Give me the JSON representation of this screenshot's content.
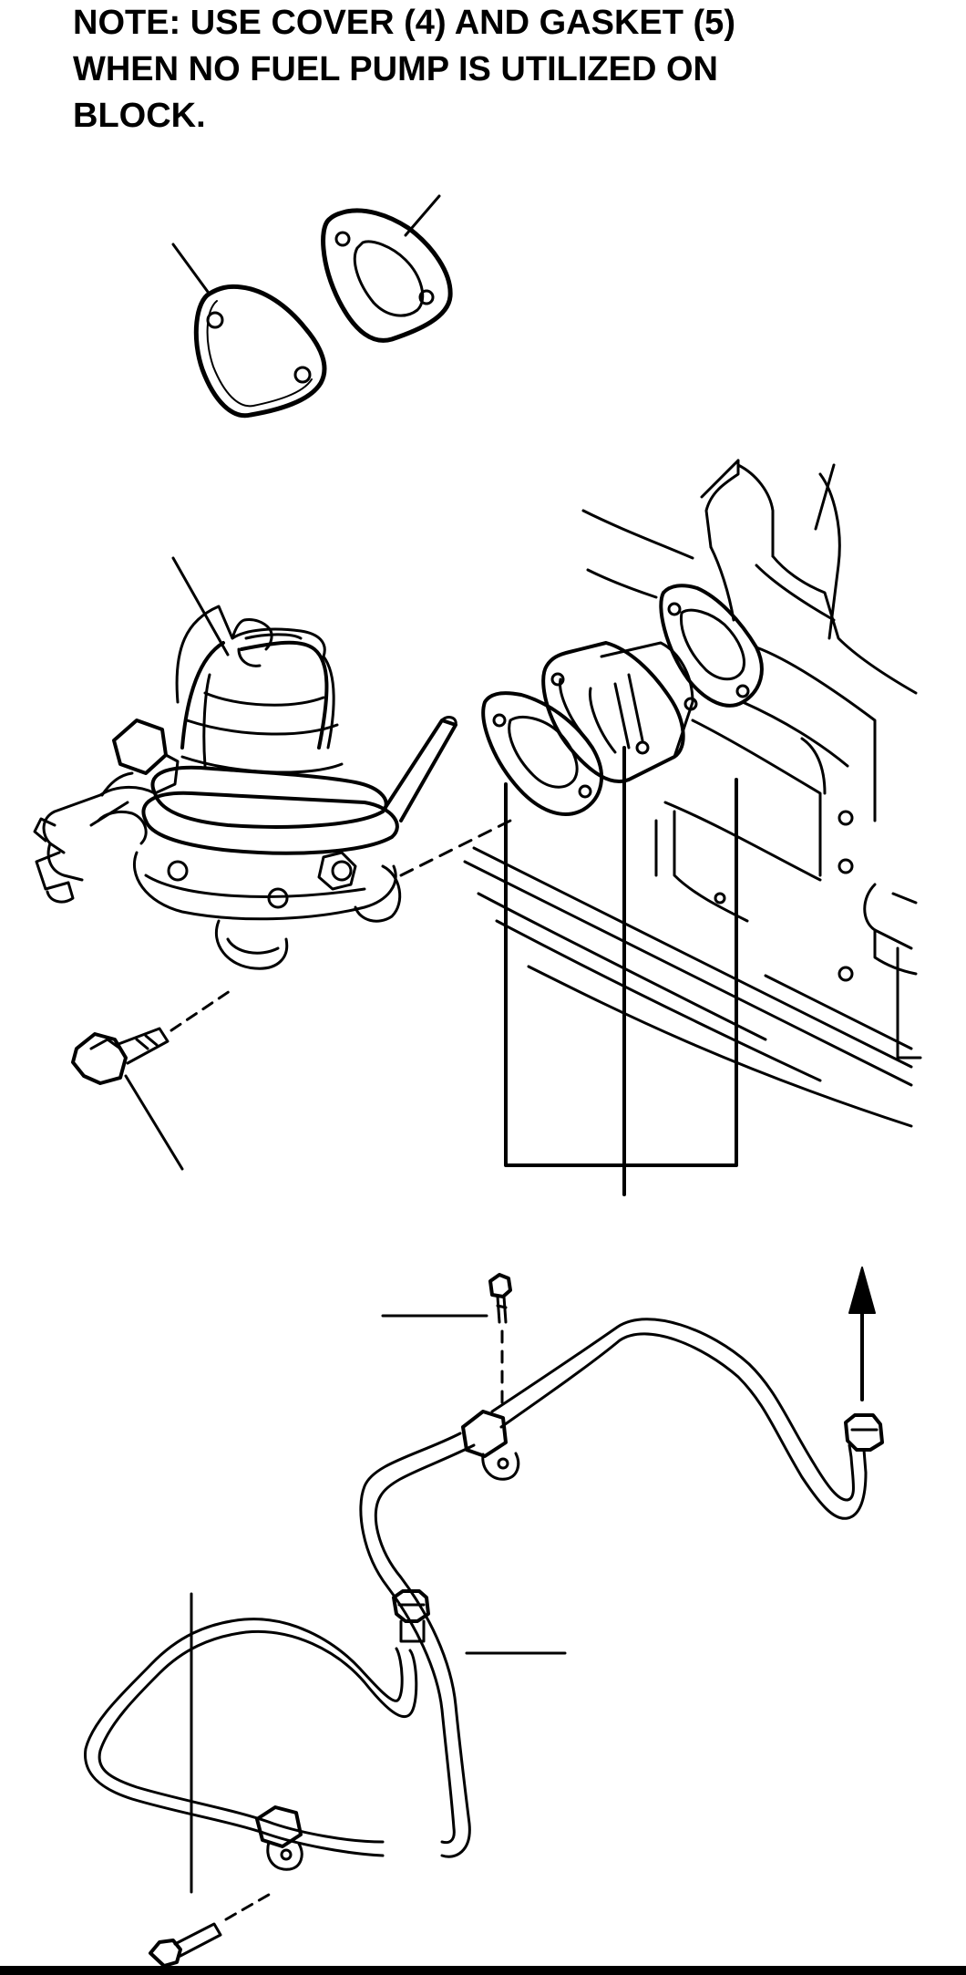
{
  "note": {
    "lines": [
      "NOTE:  USE COVER (4) AND GASKET (5)",
      "WHEN NO FUEL PUMP IS UTILIZED ON",
      "BLOCK."
    ]
  },
  "colors": {
    "ink": "#000000",
    "paper": "#ffffff"
  }
}
